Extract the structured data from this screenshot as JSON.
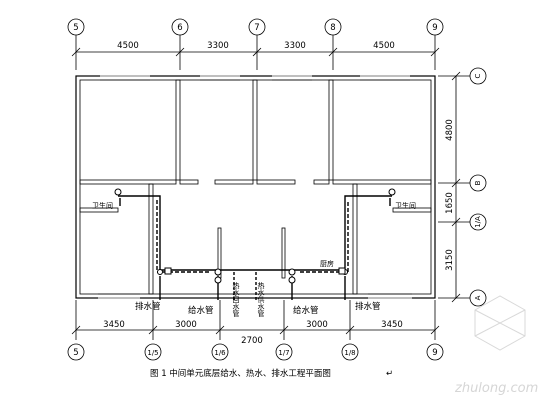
{
  "top_axes": [
    "5",
    "6",
    "7",
    "8",
    "9"
  ],
  "top_dims": [
    "4500",
    "3300",
    "3300",
    "4500"
  ],
  "right_axes": [
    "C",
    "B",
    "1/A",
    "A"
  ],
  "right_dims": [
    "4800",
    "1650",
    "3150"
  ],
  "bottom_axes": [
    "5",
    "1/5",
    "1/6",
    "1/7",
    "1/8",
    "9"
  ],
  "bottom_dims": [
    "3450",
    "3000",
    "2700",
    "3000",
    "3450"
  ],
  "room_labels": {
    "toilet_left": "卫生间",
    "toilet_right": "卫生间",
    "kitchen": "厨房"
  },
  "pipe_labels": {
    "drain_left": "排水管",
    "supply_left": "给水管",
    "hot_return": "热水回水管",
    "hot_supply": "热水供水管",
    "supply_right": "给水管",
    "drain_right": "排水管"
  },
  "caption": "图 1  中间单元底层给水、热水、排水工程平面图",
  "caption_mark": "↵",
  "watermark": "zhulong.com",
  "colors": {
    "line": "#000000",
    "wall": "#000000",
    "paper": "#ffffff",
    "watermark": "#d9d9d9"
  }
}
